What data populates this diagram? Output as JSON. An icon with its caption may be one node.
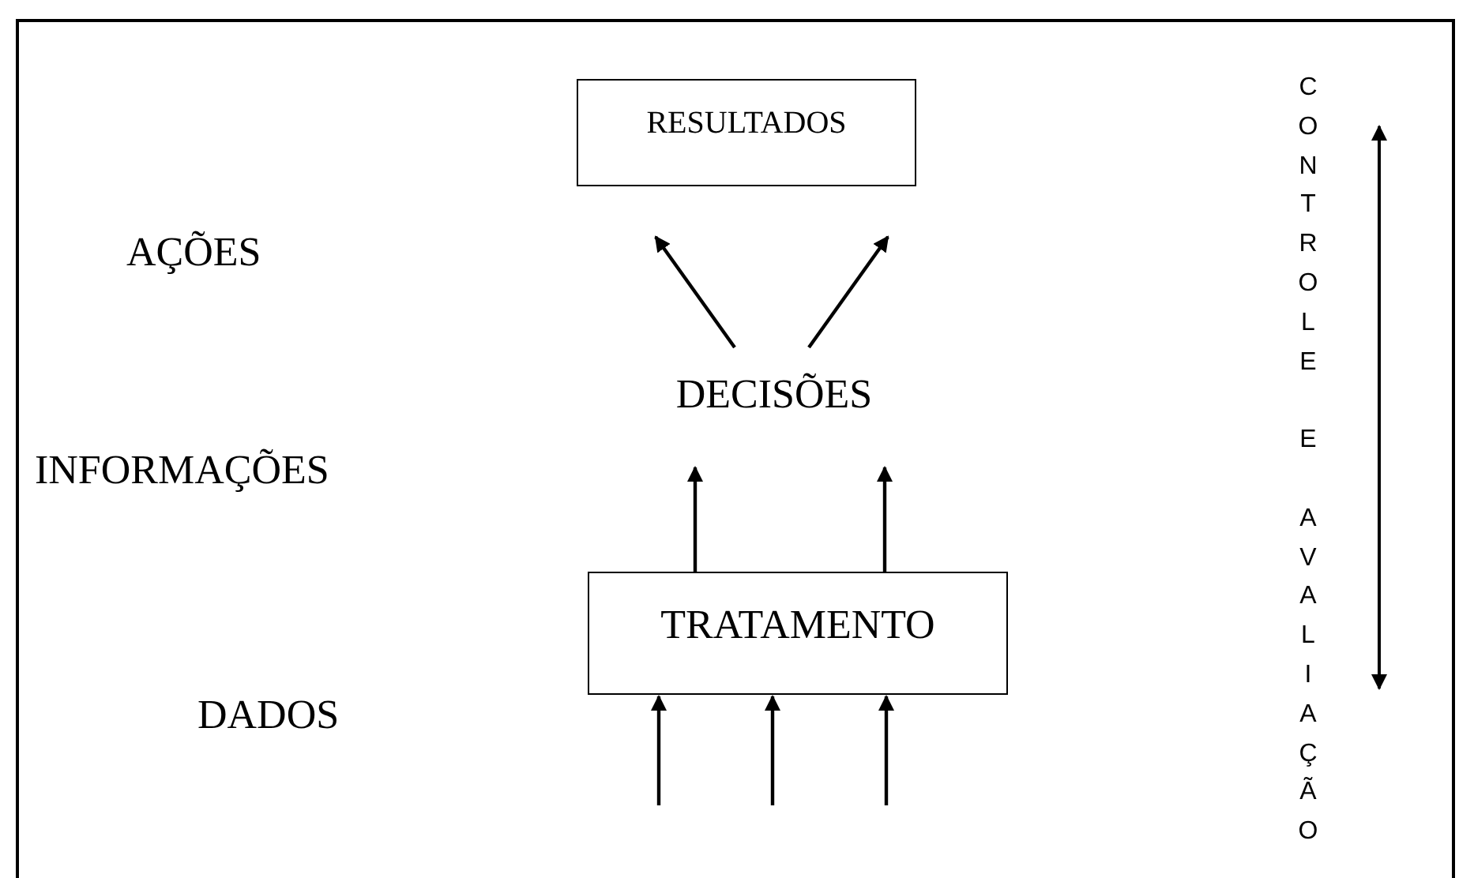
{
  "diagram": {
    "nodes": [
      {
        "text": [
          "RESULTADOS"
        ]
      },
      {
        "text": [
          "DECISÕES"
        ]
      },
      {
        "text": [
          "TRATAMENTO"
        ]
      }
    ],
    "edges": [
      {
        "from": 1,
        "to": 0,
        "arrow": "to"
      },
      {
        "from": 1,
        "to": 0,
        "arrow": "to"
      },
      {
        "from": 2,
        "to": 1,
        "arrow": "to"
      },
      {
        "from": 2,
        "to": 1,
        "arrow": "to"
      },
      {
        "from": null,
        "to": 2,
        "arrow": "to"
      },
      {
        "from": null,
        "to": 2,
        "arrow": "to"
      },
      {
        "from": null,
        "to": 2,
        "arrow": "to"
      }
    ],
    "labels": [
      "AÇÕES",
      "INFORMAÇÕES",
      "DADOS",
      "CONTROLE E AVALIAÇÃO"
    ]
  }
}
